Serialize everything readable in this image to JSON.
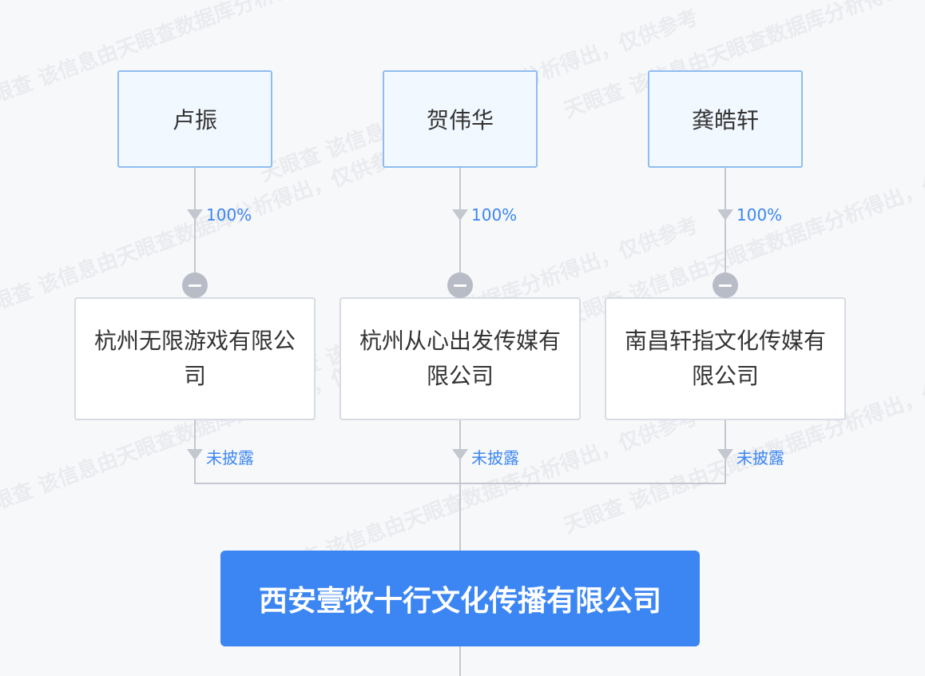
{
  "watermark": "天眼查 该信息由天眼查数据库分析得出，仅供参考",
  "shareholders": [
    {
      "name": "卢振",
      "share": "100%"
    },
    {
      "name": "贺伟华",
      "share": "100%"
    },
    {
      "name": "龚皓轩",
      "share": "100%"
    }
  ],
  "intermediate_companies": [
    {
      "name": "杭州无限游戏有限公司",
      "share": "未披露"
    },
    {
      "name": "杭州从心出发传媒有限公司",
      "share": "未披露"
    },
    {
      "name": "南昌轩指文化传媒有限公司",
      "share": "未披露"
    }
  ],
  "target_company": {
    "name": "西安壹牧十行文化传播有限公司"
  },
  "colors": {
    "accent": "#3c86f3",
    "person_border": "#8fbdf0",
    "line": "#c3c7cf"
  }
}
